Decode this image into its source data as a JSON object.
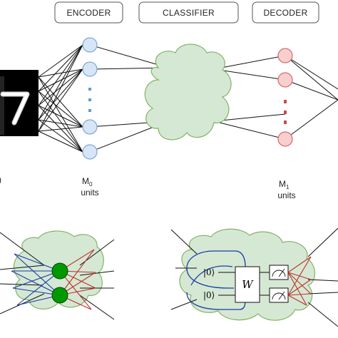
{
  "stages": {
    "encoder": "ENCODER",
    "classifier": "CLASSIFIER",
    "decoder": "DECODER"
  },
  "input_image": {
    "digit": "7"
  },
  "left_cut_label": ")",
  "encoder_units": {
    "symbol": "M",
    "subscript": "0",
    "word": "units"
  },
  "decoder_units": {
    "symbol": "M",
    "subscript": "1",
    "word": "units"
  },
  "quantum": {
    "ket_top": "|0⟩",
    "ket_bottom": "|0⟩",
    "gate": "W"
  },
  "colors": {
    "encoder_node": "#d6e6f6",
    "encoder_stroke": "#7aa7d6",
    "encoder_dots": "#5b9bd5",
    "decoder_node": "#f7cfcf",
    "decoder_stroke": "#d66a6a",
    "decoder_dots": "#c0504d",
    "cloud_fill": "#d5e8d4",
    "cloud_stroke": "#82b366",
    "classical_node": "#009900",
    "blue_wire": "#1a3aa8",
    "red_wire": "#c0302a"
  }
}
